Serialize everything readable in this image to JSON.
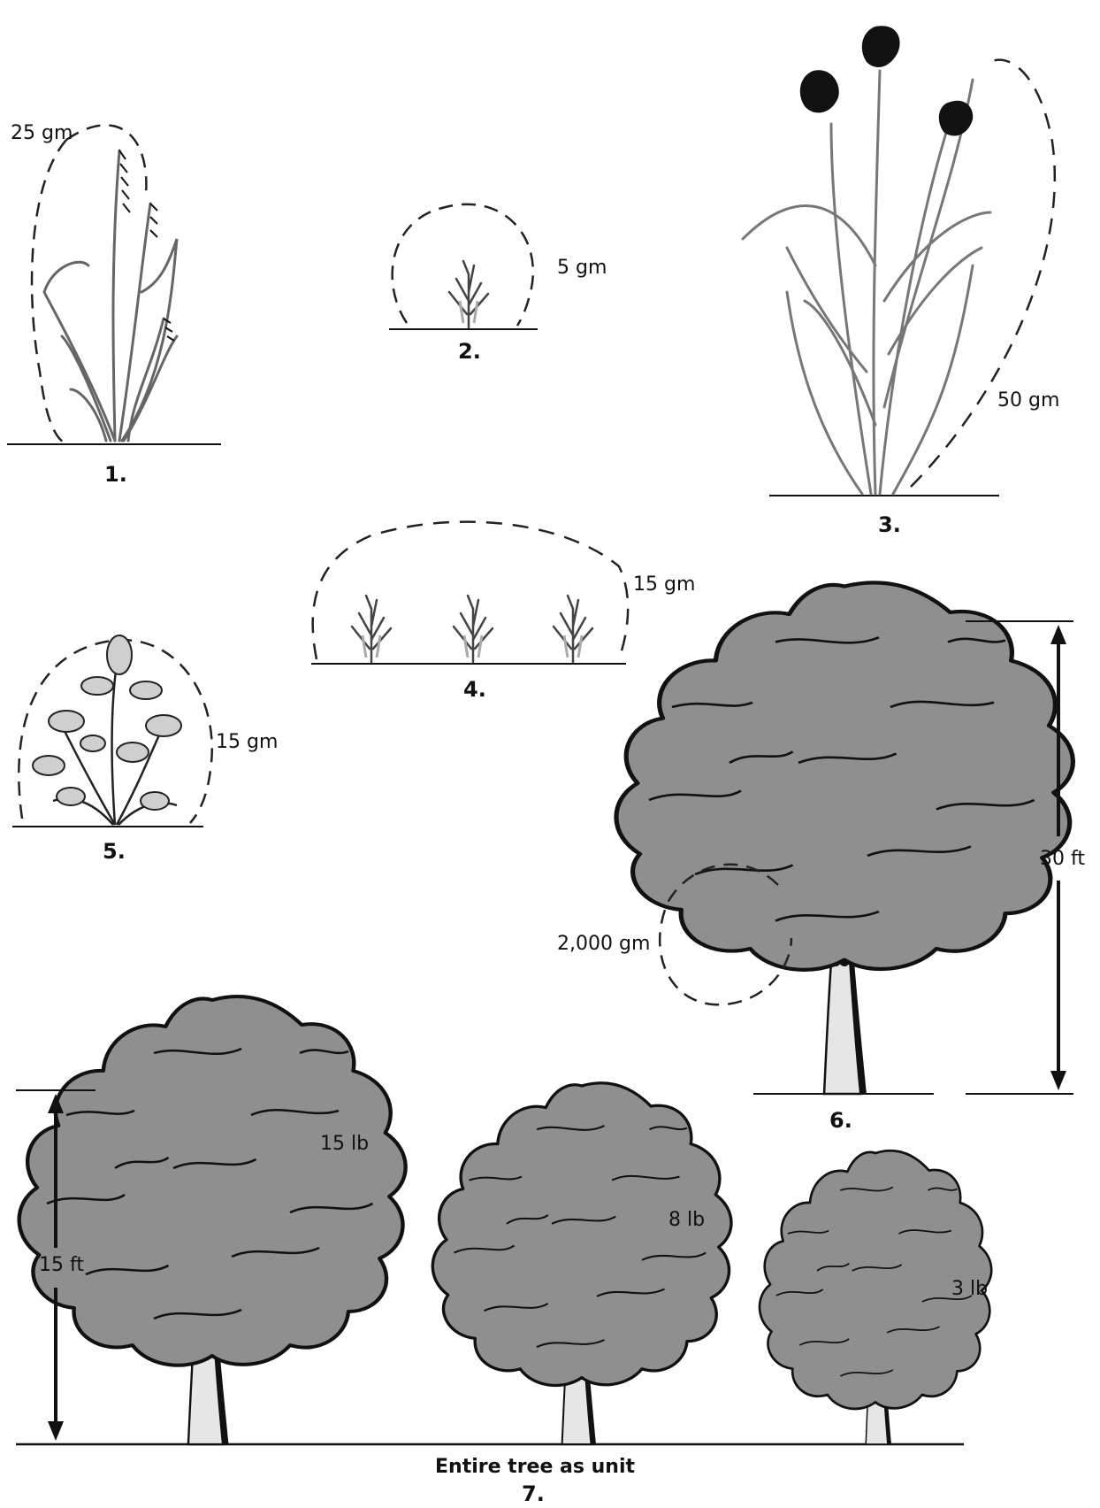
{
  "figures": [
    {
      "number": "1.",
      "weight": "25 gm"
    },
    {
      "number": "2.",
      "weight": "5 gm"
    },
    {
      "number": "3.",
      "weight": "50 gm"
    },
    {
      "number": "4.",
      "weight": "15 gm"
    },
    {
      "number": "5.",
      "weight": "15 gm"
    },
    {
      "number": "6.",
      "weight": "2,000 gm",
      "height": "30 ft"
    },
    {
      "number": "7.",
      "caption": "Entire tree as unit",
      "height": "15 ft",
      "trees": [
        {
          "weight": "15 lb"
        },
        {
          "weight": "8 lb"
        },
        {
          "weight": "3 lb"
        }
      ]
    }
  ],
  "colors": {
    "ink": "#111111",
    "foliage": "#8f8f8f",
    "stem": "#9a9a9a"
  }
}
